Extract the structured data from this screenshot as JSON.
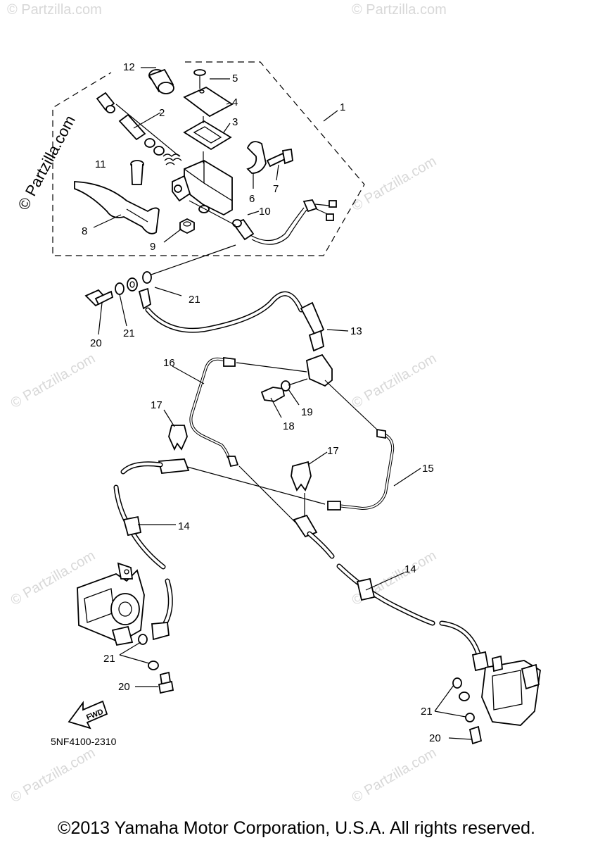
{
  "watermark": {
    "brand_text": "© Partzilla.com",
    "short_text": "© Partzilla.com"
  },
  "callouts": {
    "c1": "1",
    "c2": "2",
    "c3": "3",
    "c4": "4",
    "c5": "5",
    "c6": "6",
    "c7": "7",
    "c8": "8",
    "c9": "9",
    "c10": "10",
    "c11": "11",
    "c12": "12",
    "c13": "13",
    "c14a": "14",
    "c14b": "14",
    "c15": "15",
    "c16": "16",
    "c17a": "17",
    "c17b": "17",
    "c18": "18",
    "c19": "19",
    "c20a": "20",
    "c20b": "20",
    "c20c": "20",
    "c21a": "21",
    "c21b": "21",
    "c21c": "21",
    "c21d": "21"
  },
  "direction_label": "FWD",
  "reference_code": "5NF4100-2310",
  "copyright": "©2013 Yamaha Motor Corporation, U.S.A. All rights reserved."
}
